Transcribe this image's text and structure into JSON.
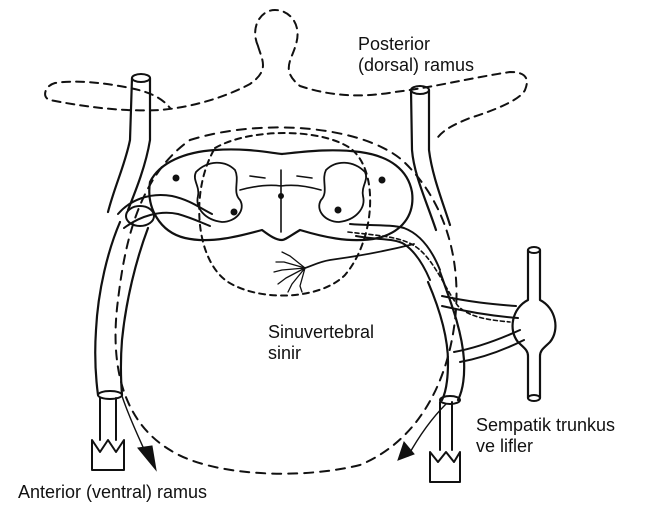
{
  "labels": {
    "posterior_line1": "Posterior",
    "posterior_line2": "(dorsal) ramus",
    "sinuvertebral_line1": "Sinuvertebral",
    "sinuvertebral_line2": "sinir",
    "sympathetic_line1": "Sempatik trunkus",
    "sympathetic_line2": "ve lifler",
    "anterior": "Anterior (ventral) ramus"
  },
  "colors": {
    "ink": "#111111",
    "background": "#ffffff"
  }
}
